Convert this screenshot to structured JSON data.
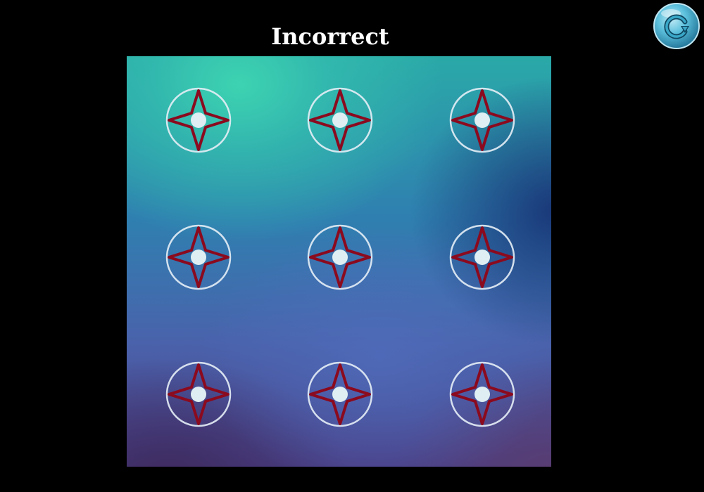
{
  "header": {
    "status_text": "Incorrect"
  },
  "reset_button": {
    "icon": "refresh-icon",
    "color": "#3aa8c8"
  },
  "board": {
    "rows": 3,
    "cols": 3,
    "ring_color": "#e6eef6",
    "dot_color": "#dfeef2",
    "star_color": "#8b0a1e",
    "nodes": [
      {
        "row": 1,
        "col": 1,
        "state": "error"
      },
      {
        "row": 1,
        "col": 2,
        "state": "error"
      },
      {
        "row": 1,
        "col": 3,
        "state": "error"
      },
      {
        "row": 2,
        "col": 1,
        "state": "error"
      },
      {
        "row": 2,
        "col": 2,
        "state": "error"
      },
      {
        "row": 2,
        "col": 3,
        "state": "error"
      },
      {
        "row": 3,
        "col": 1,
        "state": "error"
      },
      {
        "row": 3,
        "col": 2,
        "state": "error"
      },
      {
        "row": 3,
        "col": 3,
        "state": "error"
      }
    ]
  }
}
